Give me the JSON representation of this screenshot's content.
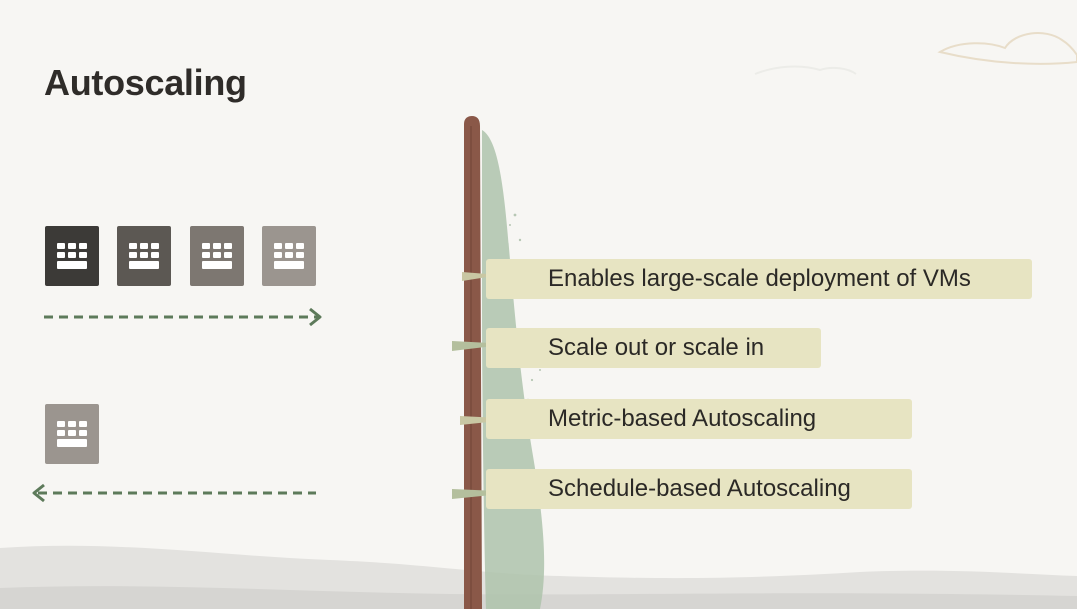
{
  "slide": {
    "title": "Autoscaling"
  },
  "scale_out": {
    "vm_icon": "vm-grid-icon",
    "vm_count": 4,
    "arrow_icon": "dashed-arrow-right-icon"
  },
  "scale_in": {
    "vm_icon": "vm-grid-icon",
    "vm_count": 1,
    "arrow_icon": "dashed-arrow-left-icon"
  },
  "signpost": {
    "items": [
      {
        "label": "Enables large-scale deployment of VMs"
      },
      {
        "label": "Scale out or scale in"
      },
      {
        "label": "Metric-based Autoscaling"
      },
      {
        "label": "Schedule-based Autoscaling"
      }
    ]
  },
  "colors": {
    "background": "#f7f6f3",
    "title_text": "#2f2c29",
    "sign_fill": "#e7e4c2",
    "post_brown": "#8a5848",
    "bush_green": "#a9bfa6",
    "arrow_green": "#5d7a5a",
    "vm_shades": [
      "#3c3a37",
      "#5c5853",
      "#7d7771",
      "#9b958f"
    ]
  }
}
